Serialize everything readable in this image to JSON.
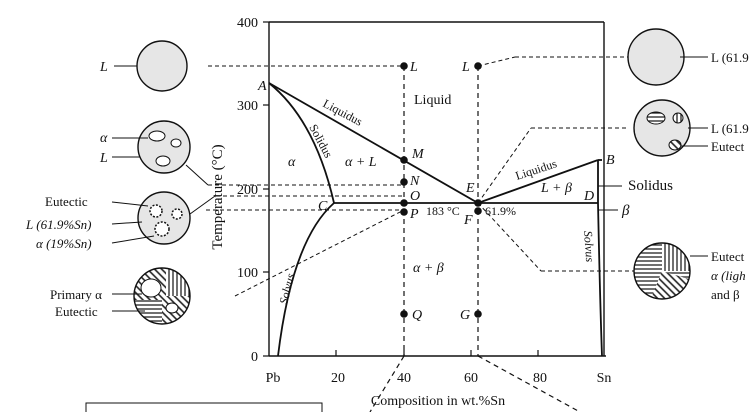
{
  "axes": {
    "ylabel": "Temperature (°C)",
    "xlabel": "Composition in wt.%Sn",
    "y_ticks": [
      "0",
      "100",
      "200",
      "300",
      "400"
    ],
    "x_ticks": [
      "Pb",
      "20",
      "40",
      "60",
      "80",
      "Sn"
    ]
  },
  "regions": {
    "liquid": "Liquid",
    "alpha": "α",
    "alpha_l": "α + L",
    "l_beta": "L + β",
    "alpha_beta": "α + β",
    "beta": "β"
  },
  "lines": {
    "liquidus_left": "Liquidus",
    "liquidus_right": "Liquidus",
    "solidus_left": "Solidus",
    "solidus_right": "Solidus",
    "solvus_left": "Solvus",
    "solvus_right": "Solvus"
  },
  "points": {
    "A": "A",
    "B": "B",
    "C": "C",
    "D": "D",
    "E": "E",
    "F": "F",
    "L1": "L",
    "M": "M",
    "N": "N",
    "O": "O",
    "P": "P",
    "Q": "Q",
    "L2": "L",
    "G": "G"
  },
  "annotations": {
    "eutectic_temp": "183 °C",
    "eutectic_comp": "61.9%"
  },
  "left_micro": {
    "m1_l": "L",
    "m2_alpha": "α",
    "m2_l": "L",
    "m3_eutectic": "Eutectic",
    "m3_l": "L (61.9%Sn)",
    "m3_alpha": "α (19%Sn)",
    "m4_primary": "Primary α",
    "m4_eutectic": "Eutectic"
  },
  "right_micro": {
    "r1_l": "L (61.9",
    "r2_l": "L (61.9",
    "r2_eutectic": "Eutect",
    "r3_eutectic": "Eutect",
    "r3_alpha": "α (ligh",
    "r3_beta": "and β"
  },
  "chart_data": {
    "type": "phase-diagram",
    "xlabel": "Composition in wt.%Sn",
    "ylabel": "Temperature (°C)",
    "xlim": [
      0,
      100
    ],
    "ylim": [
      0,
      400
    ],
    "liquidus": [
      [
        0,
        327
      ],
      [
        61.9,
        183
      ],
      [
        97.5,
        232
      ]
    ],
    "solidus": [
      [
        0,
        327
      ],
      [
        19,
        183
      ],
      [
        97.5,
        183
      ],
      [
        97.5,
        232
      ]
    ],
    "eutectic_line": {
      "T": 183,
      "x": [
        19,
        97.5
      ]
    },
    "solvus_left": [
      [
        19,
        183
      ],
      [
        2,
        0
      ]
    ],
    "solvus_right": [
      [
        97.5,
        183
      ],
      [
        99,
        0
      ]
    ],
    "verticals": [
      40,
      61.9
    ],
    "markers": [
      {
        "x": 40,
        "y": 350
      },
      {
        "x": 40,
        "y": 235
      },
      {
        "x": 40,
        "y": 210
      },
      {
        "x": 40,
        "y": 185
      },
      {
        "x": 40,
        "y": 175
      },
      {
        "x": 40,
        "y": 50
      },
      {
        "x": 61.9,
        "y": 350
      },
      {
        "x": 61.9,
        "y": 183
      },
      {
        "x": 61.9,
        "y": 175
      },
      {
        "x": 61.9,
        "y": 50
      }
    ]
  }
}
